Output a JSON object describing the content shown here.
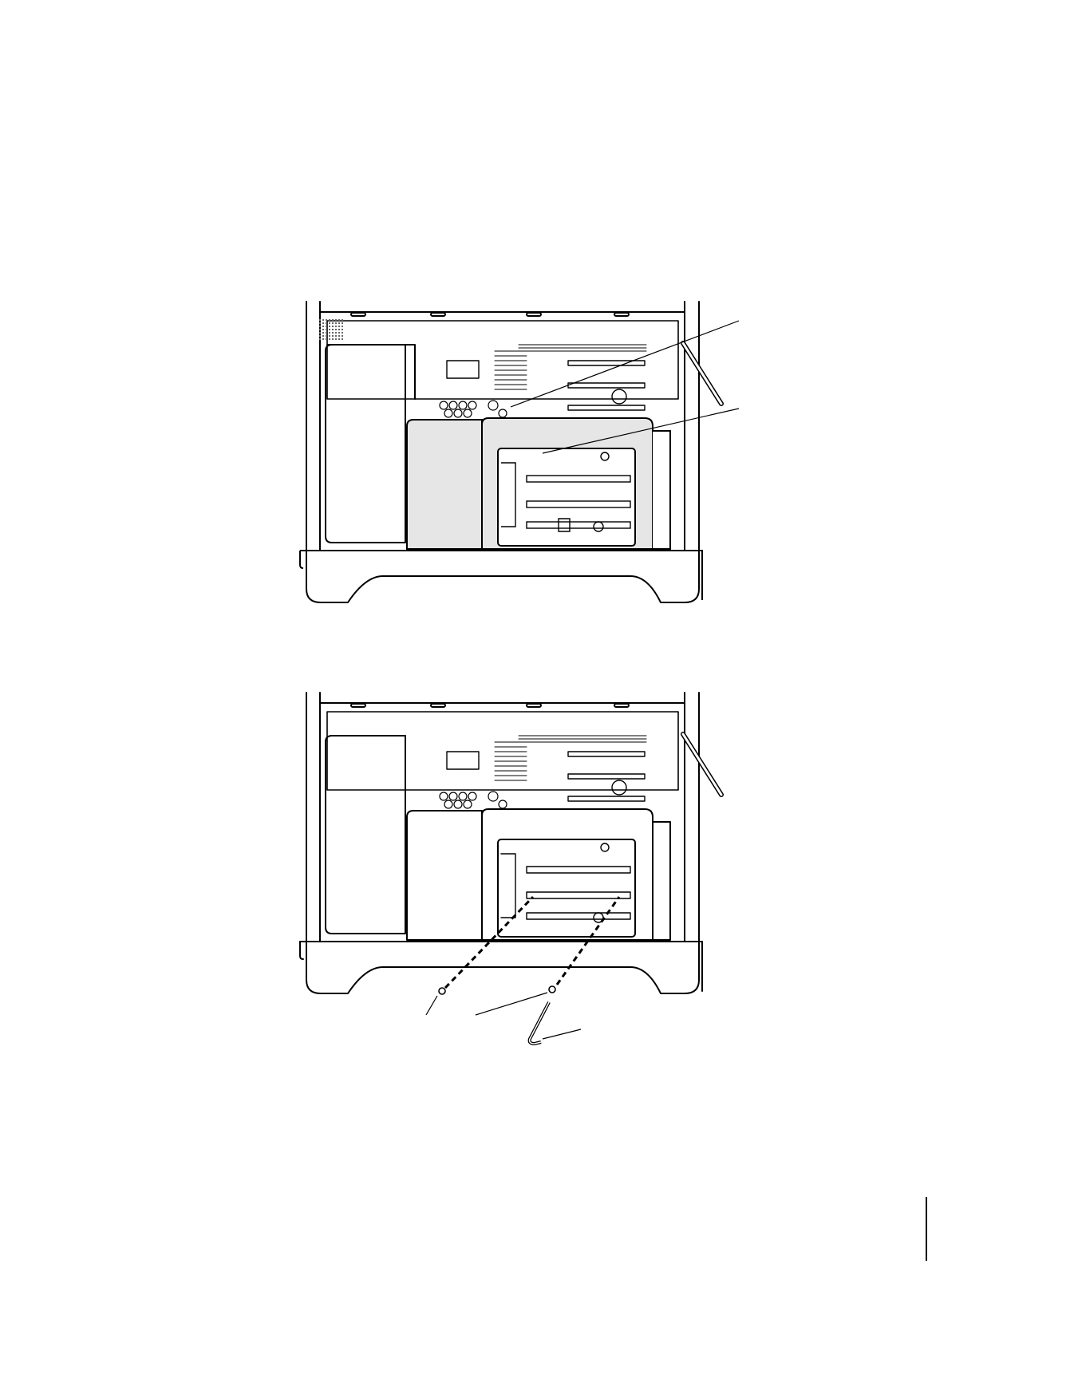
{
  "page": {
    "figures": [
      {
        "id": "figure-top",
        "callouts": 2
      },
      {
        "id": "figure-bottom",
        "callouts": 3
      }
    ]
  }
}
